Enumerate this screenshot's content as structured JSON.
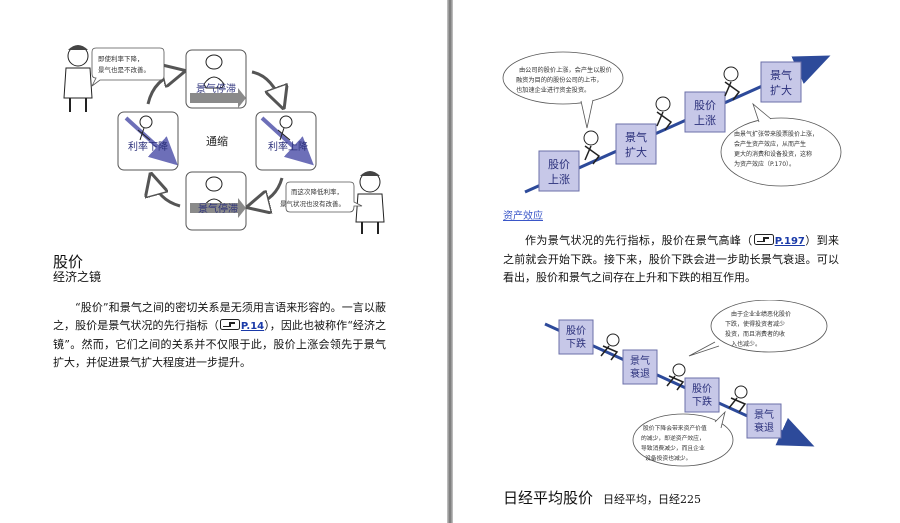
{
  "left_page": {
    "cycle_diagram": {
      "center_label": "通缩",
      "boxes": {
        "top": "景气停滞",
        "left": "利率下降",
        "right": "利率上降",
        "bottom": "景气停滞"
      },
      "bubble_top_left": [
        "即使利率下降，",
        "景气也是不改善。"
      ],
      "bubble_bottom_right": [
        "而这次降低利率，",
        "景气状况也没有改善。"
      ]
    },
    "heading": "股价",
    "subheading": "经济之镜",
    "paragraph": {
      "before_ref": "“股价”和景气之间的密切关系是无须用言语来形容的。一言以蔽之，股价是景气状况的先行指标（",
      "ref": "P.14",
      "after_ref": "），因此也被称作“经济之镜”。然而，它们之间的关系并不仅限于此，股价上涨会领先于景气扩大，并促进景气扩大程度进一步提升。"
    }
  },
  "right_page": {
    "rise_diagram": {
      "boxes": [
        "股价\n上涨",
        "景气\n扩大",
        "股价\n上涨",
        "景气\n扩大"
      ],
      "bubble_left": [
        "由公司的股价上涨，会产生以股价",
        "融资为目的的股份公司的上市，",
        "也加速企业进行资金投资。"
      ],
      "bubble_right": [
        "由景气扩张带来股票股价上涨，",
        "会产生资产效应，从而产生",
        "更大的消费和设备投资，这称",
        "为资产效应（P.170）。"
      ]
    },
    "caption_link": "资产效应",
    "paragraph": {
      "before_ref": "作为景气状况的先行指标，股价在景气高峰（",
      "ref": "P.197",
      "after_ref": "）到来之前就会开始下跌。接下来，股价下跌会进一步助长景气衰退。可以看出，股价和景气之间存在上升和下跌的相互作用。"
    },
    "fall_diagram": {
      "boxes": [
        "股价\n下跌",
        "景气\n衰退",
        "股价\n下跌",
        "景气\n衰退"
      ],
      "bubble_top": [
        "由于企业业绩恶化股价",
        "下跌，使得投资者减少",
        "投资，而且消费者的收",
        "入也减少。"
      ],
      "bubble_bottom": [
        "股价下降会带来资产价值",
        "的减少，即逆资产效应，",
        "导致消费减少，而且企业",
        "设备投资也减少。"
      ]
    },
    "title": "日经平均股价",
    "title_sub": "日经平均，日经225"
  },
  "colors": {
    "box_fill": "#c7c8e8",
    "box_stroke": "#6b6fa8",
    "box_text": "#2a2f7a",
    "arrow_blue": "#2d4a9a",
    "link": "#1a3aa8"
  }
}
